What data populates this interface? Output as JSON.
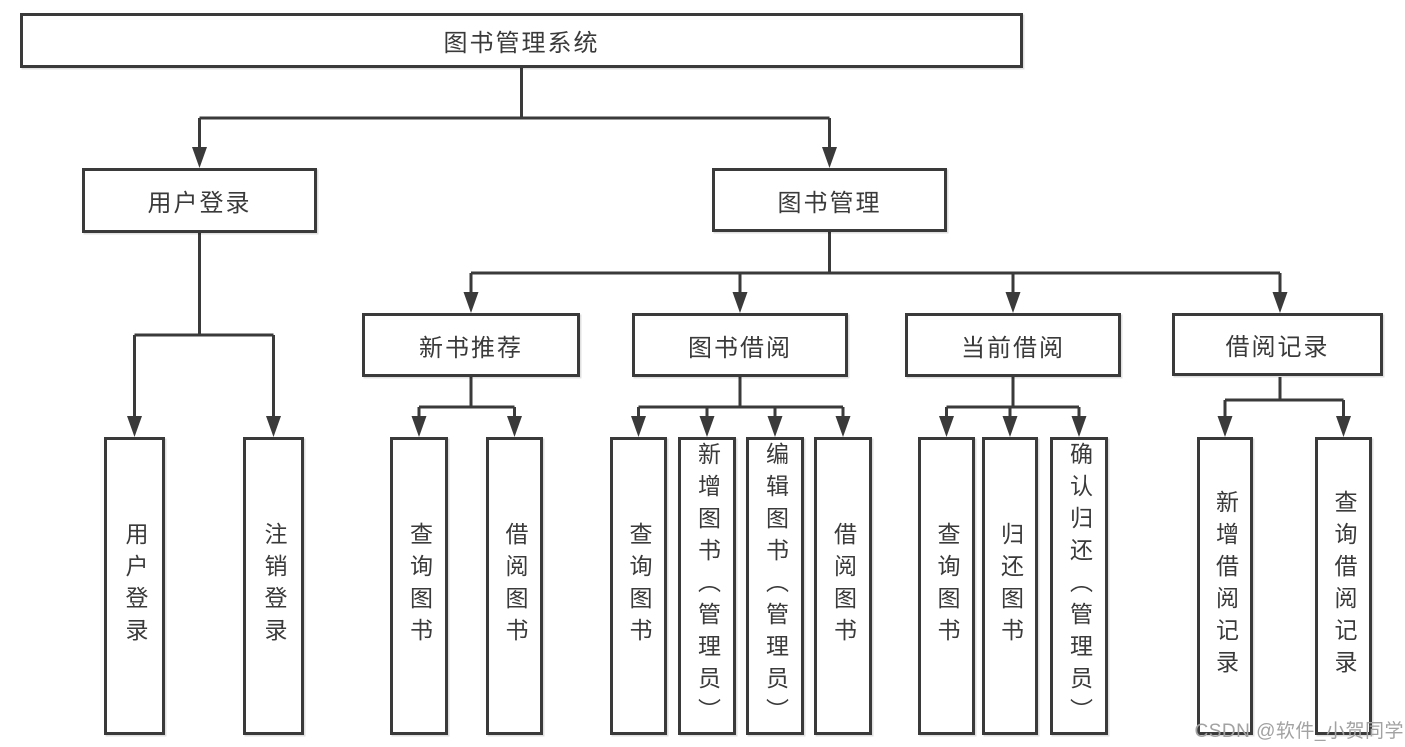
{
  "title": "图书管理系统",
  "watermark": "CSDN @软件_小贺同学",
  "colors": {
    "background": "#ffffff",
    "line": "#3a3a3a",
    "box_border": "#3a3a3a",
    "text": "#3a3a3a",
    "watermark": "#a2a2a2"
  },
  "tree": {
    "label": "图书管理系统",
    "children": [
      {
        "label": "用户登录",
        "children": [
          {
            "label": "用户登录"
          },
          {
            "label": "注销登录"
          }
        ]
      },
      {
        "label": "图书管理",
        "children": [
          {
            "label": "新书推荐",
            "children": [
              {
                "label": "查询图书"
              },
              {
                "label": "借阅图书"
              }
            ]
          },
          {
            "label": "图书借阅",
            "children": [
              {
                "label": "查询图书"
              },
              {
                "label": "新增图书（管理员）"
              },
              {
                "label": "编辑图书（管理员）"
              },
              {
                "label": "借阅图书"
              }
            ]
          },
          {
            "label": "当前借阅",
            "children": [
              {
                "label": "查询图书"
              },
              {
                "label": "归还图书"
              },
              {
                "label": "确认归还（管理员）"
              }
            ]
          },
          {
            "label": "借阅记录",
            "children": [
              {
                "label": "新增借阅记录"
              },
              {
                "label": "查询借阅记录"
              }
            ]
          }
        ]
      }
    ]
  }
}
